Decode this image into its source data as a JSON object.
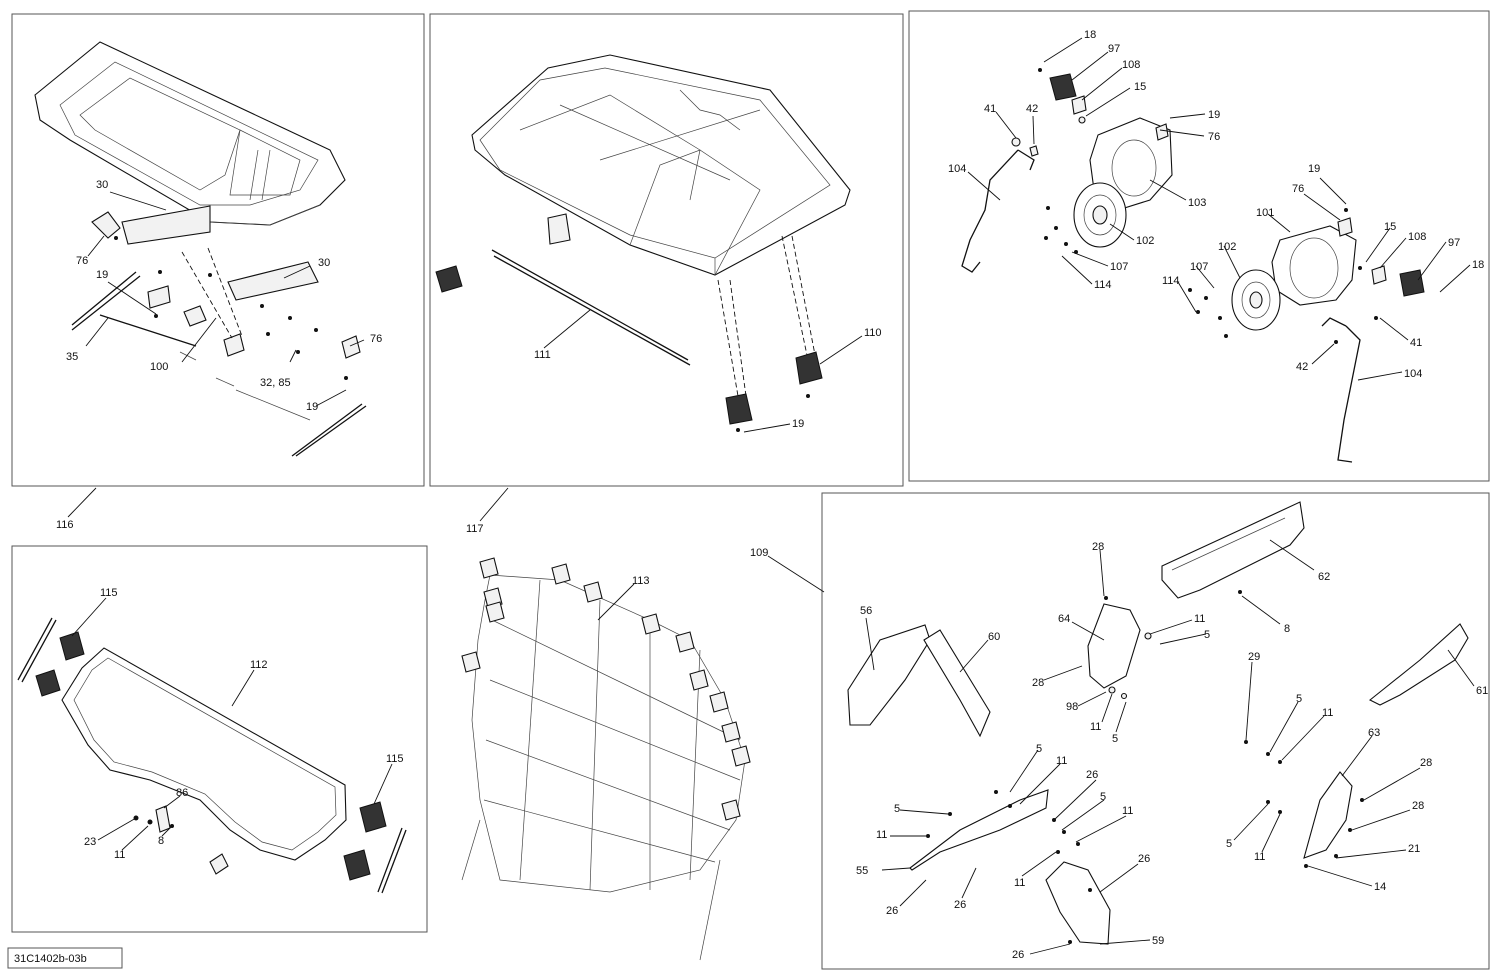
{
  "reference": "31C1402b-03b",
  "callouts": {
    "p1": [
      "30",
      "76",
      "19",
      "30",
      "35",
      "100",
      "32, 85",
      "76",
      "19"
    ],
    "p1_group": "116",
    "p2": [
      "111",
      "110",
      "19"
    ],
    "p2_group": "117",
    "p3": [
      "18",
      "97",
      "108",
      "15",
      "41",
      "42",
      "19",
      "76",
      "104",
      "103",
      "102",
      "107",
      "114",
      "19",
      "76",
      "101",
      "15",
      "108",
      "97",
      "18",
      "102",
      "107",
      "114",
      "41",
      "42",
      "104"
    ],
    "p4": [
      "115",
      "112",
      "115",
      "86",
      "23",
      "11",
      "8"
    ],
    "p5": [
      "113"
    ],
    "p6_group": "109",
    "p6": [
      "28",
      "62",
      "56",
      "60",
      "64",
      "11",
      "5",
      "8",
      "28",
      "98",
      "11",
      "5",
      "29",
      "61",
      "5",
      "11",
      "63",
      "28",
      "28",
      "21",
      "14",
      "5",
      "11",
      "5",
      "11",
      "26",
      "5",
      "5",
      "11",
      "11",
      "55",
      "26",
      "26",
      "11",
      "26",
      "26",
      "59"
    ]
  }
}
